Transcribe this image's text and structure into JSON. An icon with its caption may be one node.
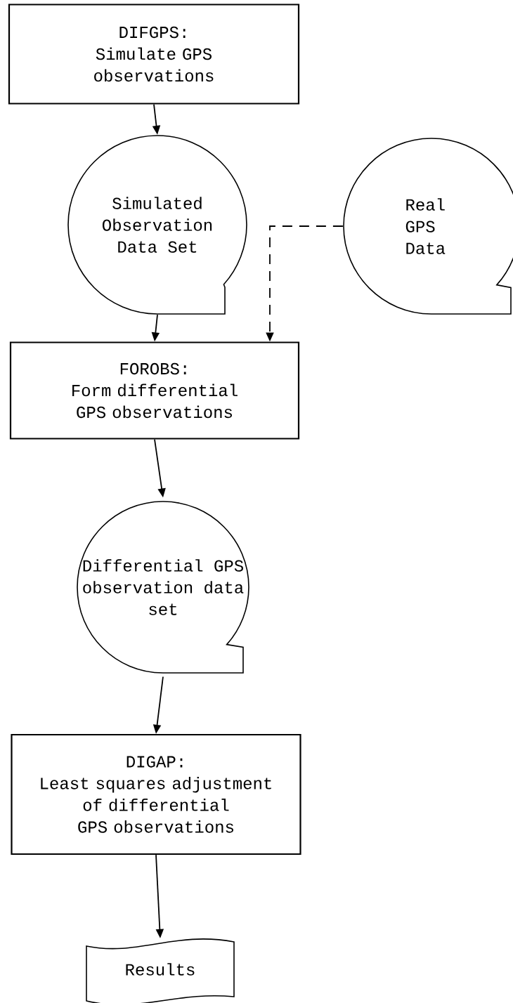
{
  "diagram": {
    "nodes": [
      {
        "text": [
          "DIFGPS:",
          "Simulate GPS observations"
        ]
      },
      {
        "text": [
          "Simulated Observation Data Set"
        ]
      },
      {
        "text": [
          "Real GPS Data"
        ]
      },
      {
        "text": [
          "FOROBS:",
          "Form differential GPS observations"
        ]
      },
      {
        "text": [
          "Differential GPS observation data set"
        ]
      },
      {
        "text": [
          "DIGAP:",
          "Least squares adjustment of differential GPS observations"
        ]
      },
      {
        "text": [
          "Results"
        ]
      }
    ],
    "edges": [
      {
        "from": 0,
        "to": 1,
        "arrow": "to"
      },
      {
        "from": 1,
        "to": 3,
        "arrow": "to"
      },
      {
        "from": 2,
        "to": 3,
        "arrow": "to",
        "style": "dashed"
      },
      {
        "from": 3,
        "to": 4,
        "arrow": "to"
      },
      {
        "from": 4,
        "to": 5,
        "arrow": "to"
      },
      {
        "from": 5,
        "to": 6,
        "arrow": "to"
      }
    ]
  }
}
